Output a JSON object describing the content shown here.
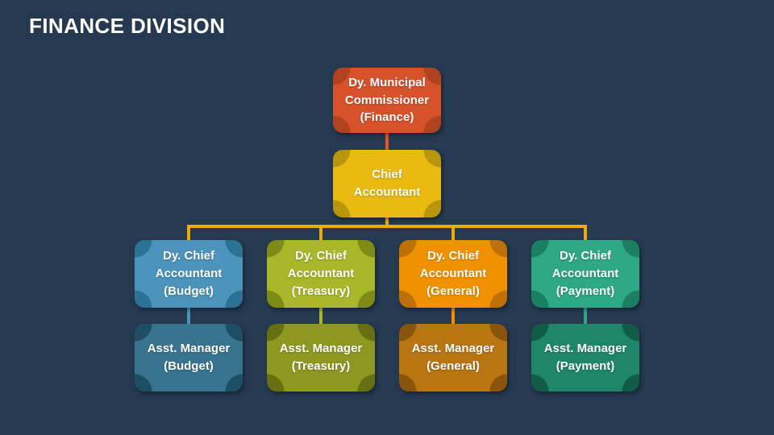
{
  "slide": {
    "title": "FINANCE DIVISION",
    "background_color": "#253950",
    "title_color": "#FFFFFF"
  },
  "org_chart": {
    "nodes": [
      {
        "id": "commissioner",
        "label": "Dy. Municipal\nCommissioner\n(Finance)",
        "fill": "#D7522B",
        "corner": "#B0431F",
        "reports_to": null
      },
      {
        "id": "chief-accountant",
        "label": "Chief\nAccountant",
        "fill": "#EABA11",
        "corner": "#B9940D",
        "reports_to": "commissioner"
      },
      {
        "id": "dy-chief-budget",
        "label": "Dy. Chief\nAccountant\n(Budget)",
        "fill": "#4C94BB",
        "corner": "#2D7195",
        "reports_to": "chief-accountant"
      },
      {
        "id": "dy-chief-treasury",
        "label": "Dy. Chief\nAccountant\n(Treasury)",
        "fill": "#AAB72A",
        "corner": "#7E8C15",
        "reports_to": "chief-accountant"
      },
      {
        "id": "dy-chief-general",
        "label": "Dy. Chief\nAccountant\n(General)",
        "fill": "#F09200",
        "corner": "#BE7007",
        "reports_to": "chief-accountant"
      },
      {
        "id": "dy-chief-payment",
        "label": "Dy. Chief\nAccountant\n(Payment)",
        "fill": "#2EA885",
        "corner": "#1B7F61",
        "reports_to": "chief-accountant"
      },
      {
        "id": "asst-manager-budget",
        "label": "Asst. Manager\n(Budget)",
        "fill": "#38748F",
        "corner": "#1E4E64",
        "reports_to": "dy-chief-budget"
      },
      {
        "id": "asst-manager-treasury",
        "label": "Asst. Manager\n(Treasury)",
        "fill": "#8E9820",
        "corner": "#677011",
        "reports_to": "dy-chief-treasury"
      },
      {
        "id": "asst-manager-general",
        "label": "Asst. Manager\n(General)",
        "fill": "#B97512",
        "corner": "#89550B",
        "reports_to": "dy-chief-general"
      },
      {
        "id": "asst-manager-payment",
        "label": "Asst. Manager\n(Payment)",
        "fill": "#1F8669",
        "corner": "#125C47",
        "reports_to": "dy-chief-payment"
      }
    ],
    "connector_colors": {
      "commissioner_to_chief": "#E0572A",
      "chief_to_branches": "#EAAA10",
      "budget_branch": "#4C94BB",
      "treasury_branch": "#AAB72A",
      "general_branch": "#F09200",
      "payment_branch": "#2EA885"
    }
  }
}
